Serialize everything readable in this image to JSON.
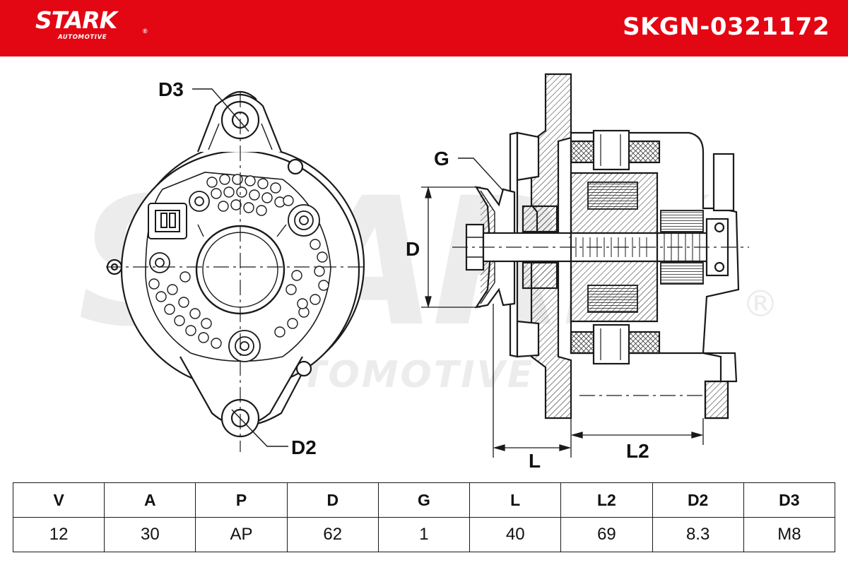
{
  "header": {
    "brand": "STARK",
    "brand_reg": "®",
    "brand_sub": "AUTOMOTIVE",
    "part_code": "SKGN-0321172"
  },
  "watermark": {
    "text_main": "STARK",
    "text_sub": "AUTOMOTIVE",
    "reg": "®"
  },
  "diagram": {
    "labels": {
      "d3": "D3",
      "d2": "D2",
      "g": "G",
      "d": "D",
      "l": "L",
      "l2": "L2"
    }
  },
  "spec_table": {
    "headers": [
      "V",
      "A",
      "P",
      "D",
      "G",
      "L",
      "L2",
      "D2",
      "D3"
    ],
    "values": [
      "12",
      "30",
      "AP",
      "62",
      "1",
      "40",
      "69",
      "8.3",
      "M8"
    ]
  },
  "colors": {
    "brand_red": "#e30613",
    "line": "#1a1a1a",
    "watermark": "#ececec"
  }
}
